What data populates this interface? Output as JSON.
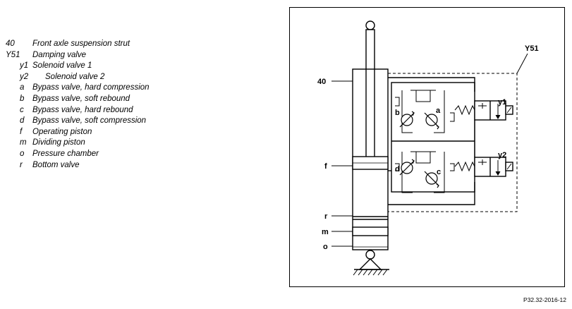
{
  "legend": [
    {
      "key": "40",
      "text": "Front axle suspension strut"
    },
    {
      "key": "Y51",
      "text": "Damping valve"
    },
    {
      "key": "y1",
      "text": "Solenoid valve 1"
    },
    {
      "key": "y2",
      "text": "Solenoid valve 2"
    },
    {
      "key": "a",
      "text": "Bypass valve, hard compression"
    },
    {
      "key": "b",
      "text": "Bypass valve, soft rebound"
    },
    {
      "key": "c",
      "text": "Bypass valve, hard rebound"
    },
    {
      "key": "d",
      "text": "Bypass valve, soft compression"
    },
    {
      "key": "f",
      "text": "Operating piston"
    },
    {
      "key": "m",
      "text": "Dividing piston"
    },
    {
      "key": "o",
      "text": "Pressure chamber"
    },
    {
      "key": "r",
      "text": "Bottom valve"
    }
  ],
  "diagram": {
    "labels": {
      "strut": "40",
      "damping_valve": "Y51",
      "solenoid1": "y1",
      "solenoid2": "y2",
      "bypass_a": "a",
      "bypass_b": "b",
      "bypass_c": "c",
      "bypass_d": "d",
      "operating_piston": "f",
      "bottom_valve": "r",
      "dividing_piston": "m",
      "pressure_chamber": "o"
    }
  },
  "reference": "P32.32-2016-12"
}
